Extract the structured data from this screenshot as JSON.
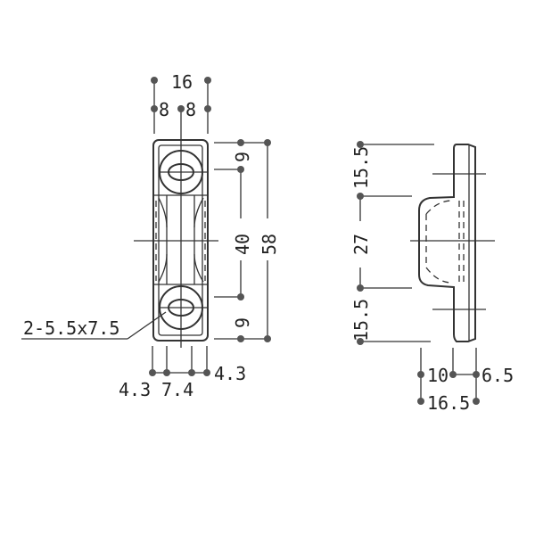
{
  "front_view": {
    "width_total": "16",
    "width_half_left": "8",
    "width_half_right": "8",
    "hole_offset_top": "9",
    "hole_pitch": "40",
    "length_total": "58",
    "hole_offset_bottom": "9",
    "hole_callout": "2-5.5x7.5",
    "bottom_left": "4.3",
    "bottom_mid": "7.4",
    "bottom_right": "4.3"
  },
  "side_view": {
    "top_offset": "15.5",
    "boss_length": "27",
    "bottom_offset": "15.5",
    "boss_height": "10",
    "plate_thickness": "6.5",
    "total_height": "16.5"
  }
}
